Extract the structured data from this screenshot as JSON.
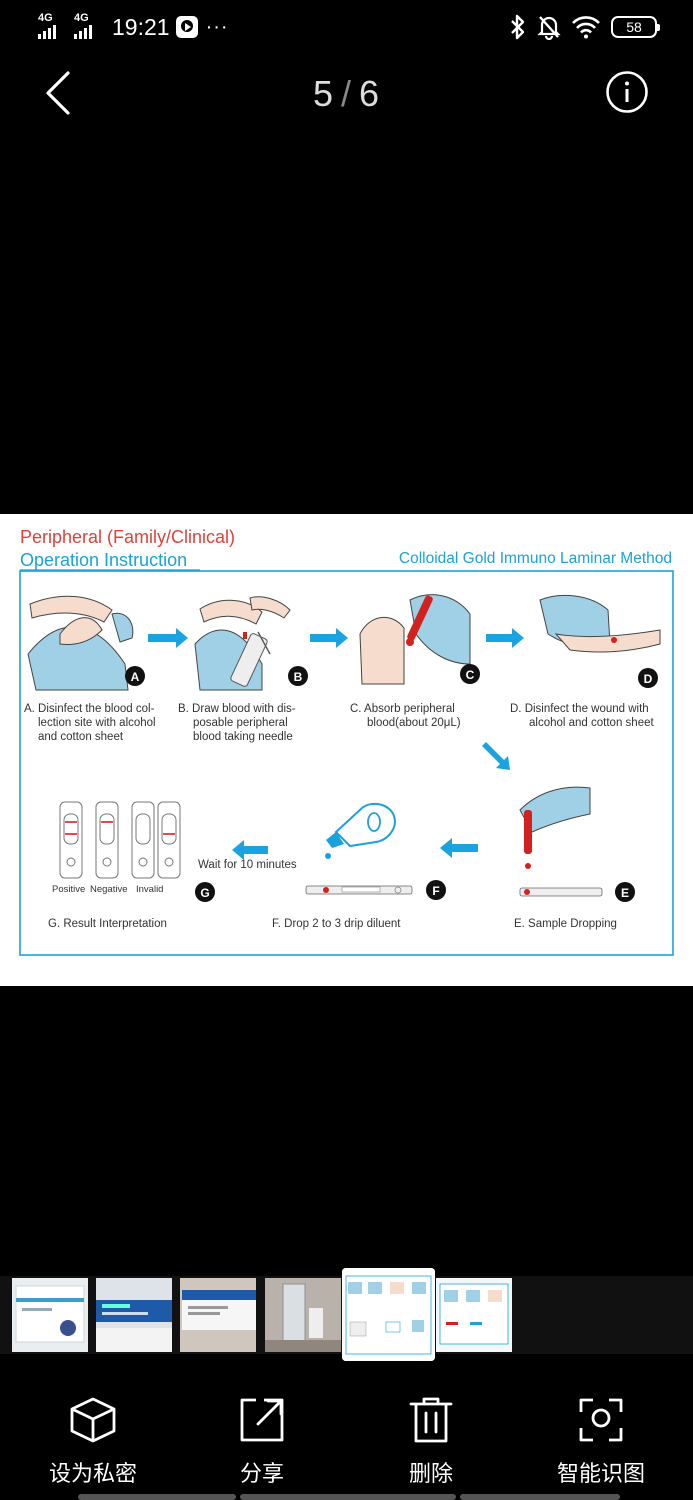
{
  "status_bar": {
    "network_1": "4G",
    "network_2": "4G",
    "time": "19:21",
    "more": "···",
    "battery": "58"
  },
  "viewer": {
    "current_page": "5",
    "separator": "/",
    "total_pages": "6"
  },
  "photo": {
    "title_line1": "Peripheral (Family/Clinical)",
    "title_line2": "Operation Instruction",
    "method": "Colloidal Gold Immuno Laminar Method",
    "steps": [
      {
        "letter": "A",
        "lines": [
          "A.  Disinfect the blood col-",
          "lection site with alcohol",
          "and cotton sheet"
        ]
      },
      {
        "letter": "B",
        "lines": [
          "B.  Draw blood with dis-",
          "posable peripheral",
          "blood taking needle"
        ]
      },
      {
        "letter": "C",
        "lines": [
          "C.  Absorb peripheral",
          "blood(about 20μL)"
        ]
      },
      {
        "letter": "D",
        "lines": [
          "D.  Disinfect the wound with",
          "alcohol and cotton sheet"
        ]
      },
      {
        "letter": "E",
        "lines": [
          "E.  Sample Dropping"
        ]
      },
      {
        "letter": "F",
        "lines": [
          "F.  Drop 2 to 3 drip diluent"
        ]
      },
      {
        "letter": "G",
        "lines": [
          "G.  Result Interpretation"
        ]
      }
    ],
    "wait_text": "Wait for 10 minutes",
    "results": [
      "Positive",
      "Negative",
      "Invalid"
    ]
  },
  "actions": {
    "private": "设为私密",
    "share": "分享",
    "delete": "删除",
    "recognize": "智能识图"
  },
  "colors": {
    "title_red": "#e0423a",
    "accent_blue": "#1aa2dc",
    "arrow_blue": "#1aa3e0"
  }
}
